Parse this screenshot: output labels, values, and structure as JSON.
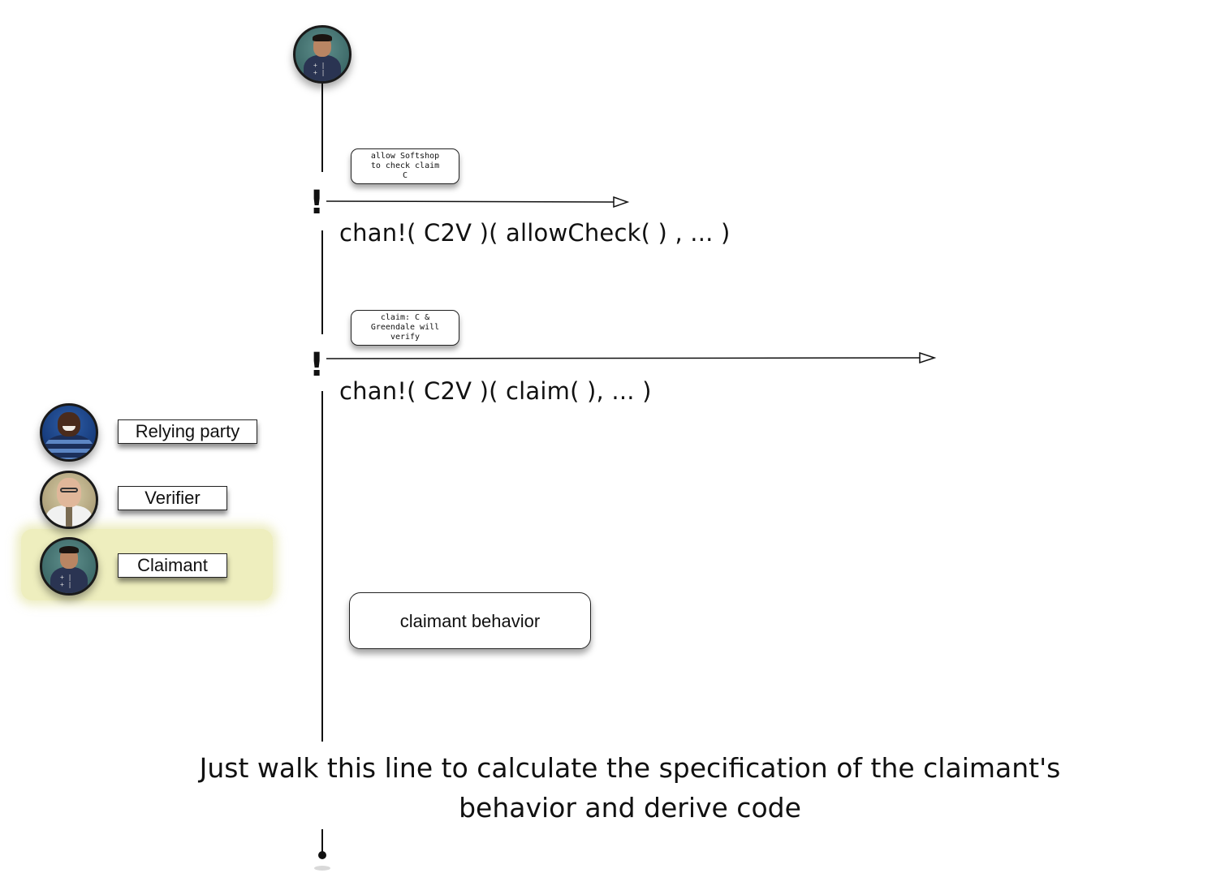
{
  "lifeline_owner": {
    "avatar_icon": "claimant-avatar"
  },
  "messages": [
    {
      "note": "allow Softshop\nto check claim\nC",
      "marker": "!",
      "code": "chan!( C2V )( allowCheck( ) , ... )"
    },
    {
      "note": "claim: C &\nGreendale will\nverify",
      "marker": "!",
      "code": "chan!( C2V )( claim( ), ... )"
    }
  ],
  "legend": {
    "items": [
      {
        "label": "Relying party",
        "avatar_icon": "relying-party-avatar"
      },
      {
        "label": "Verifier",
        "avatar_icon": "verifier-avatar"
      },
      {
        "label": "Claimant",
        "avatar_icon": "claimant-avatar",
        "highlighted": true
      }
    ],
    "highlight_color": "#eeeebe"
  },
  "behavior_box": {
    "label": "claimant behavior"
  },
  "caption": "Just walk this line to calculate the specification of the claimant's\nbehavior and derive code"
}
